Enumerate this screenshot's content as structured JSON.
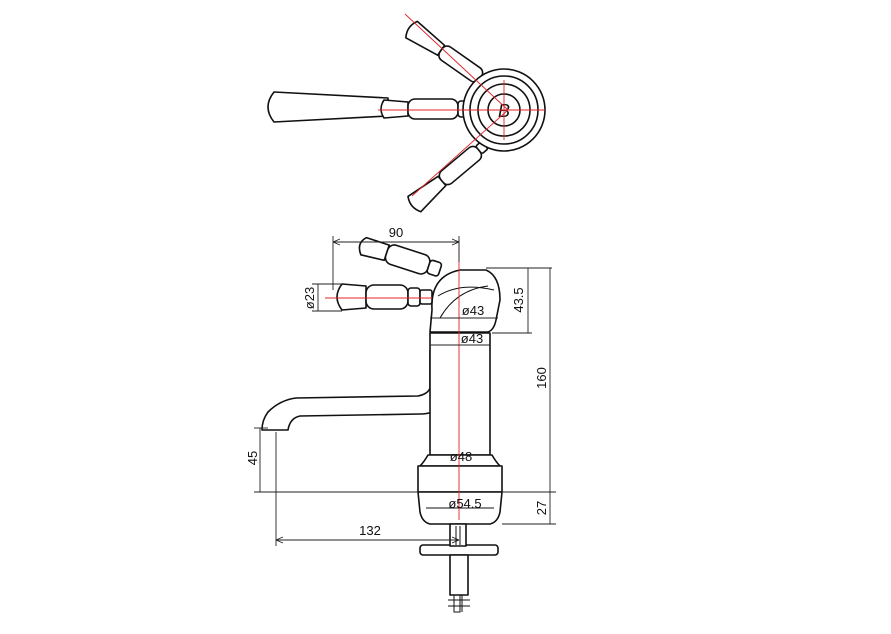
{
  "dimensions": {
    "width": "90",
    "lever_diameter": "ø23",
    "body_top_diameter": "ø43",
    "body_mid_diameter": "ø43",
    "base_upper_diameter": "ø48",
    "base_lower_diameter": "ø54.5",
    "handle_height": "43.5",
    "overall_height": "160",
    "spout_height": "45",
    "base_height": "27",
    "spout_reach": "132"
  },
  "colors": {
    "outline": "#111111",
    "centerline": "#e0242a",
    "background": "#ffffff"
  },
  "logo": {
    "monogram": "B"
  }
}
